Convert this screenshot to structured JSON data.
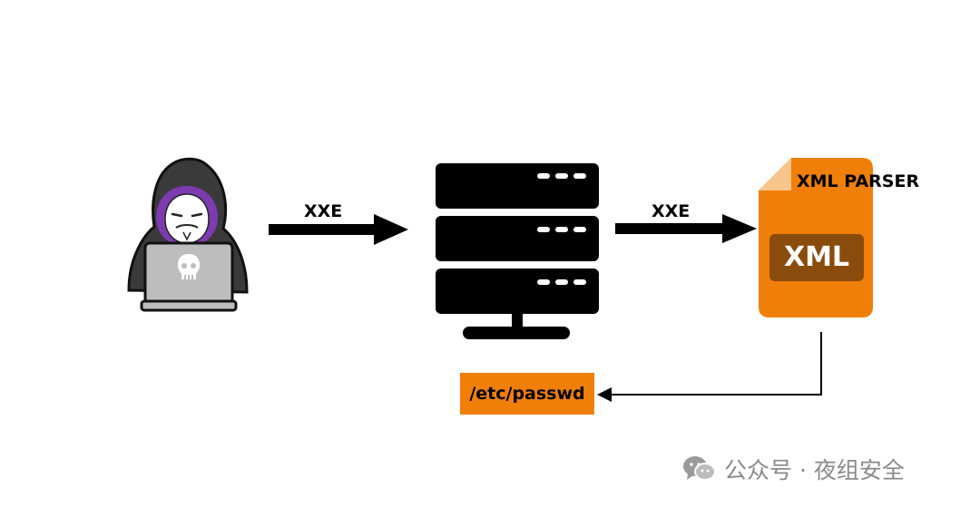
{
  "diagram": {
    "edge_attacker_server": "XXE",
    "edge_server_parser": "XXE",
    "parser_title": "XML PARSER",
    "document_badge": "XML",
    "leaked_file": "/etc/passwd"
  },
  "watermark": {
    "text": "公众号 · 夜组安全",
    "icon": "wechat-icon"
  },
  "colors": {
    "accent_orange": "#f07f0a",
    "badge_brown": "#8a4c0d",
    "hood_dark": "#3a3a3a",
    "hood_purple": "#7d3bb0",
    "server_black": "#000000",
    "watermark_gray": "#8a8a8a"
  },
  "icons": [
    "hacker-icon",
    "server-icon",
    "xml-file-icon",
    "arrow-right-icon",
    "arrow-left-icon",
    "wechat-icon"
  ]
}
